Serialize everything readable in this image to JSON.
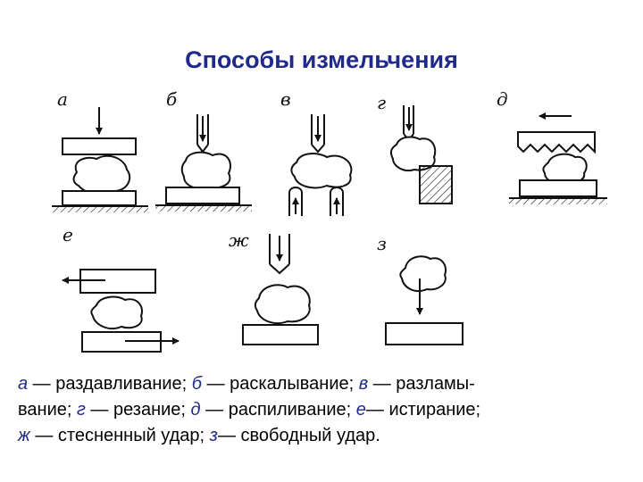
{
  "title": "Способы измельчения",
  "panels": [
    {
      "letter": "а",
      "name": "раздавливание"
    },
    {
      "letter": "б",
      "name": "раскалывание"
    },
    {
      "letter": "в",
      "name": "разламывание"
    },
    {
      "letter": "г",
      "name": "резание"
    },
    {
      "letter": "д",
      "name": "распиливание"
    },
    {
      "letter": "е",
      "name": "истирание"
    },
    {
      "letter": "ж",
      "name": "стесненный удар"
    },
    {
      "letter": "з",
      "name": "свободный удар"
    }
  ],
  "caption": {
    "row1": [
      {
        "key": "а",
        "text": " — раздавливание; "
      },
      {
        "key": "б",
        "text": " — раскалывание;  "
      },
      {
        "key": "в",
        "text": " — разламы-"
      }
    ],
    "row2": [
      {
        "key": "",
        "text": "вание; "
      },
      {
        "key": "г",
        "text": " — резание;  "
      },
      {
        "key": "д",
        "text": " — распиливание; "
      },
      {
        "key": "е",
        "text": "— истирание;"
      }
    ],
    "row3": [
      {
        "key": "ж",
        "text": " — стесненный удар; "
      },
      {
        "key": "з",
        "text": "— свободный удар."
      }
    ]
  },
  "colors": {
    "title": "#1f2a8c",
    "key": "#1f2a8c",
    "line": "#111111"
  }
}
